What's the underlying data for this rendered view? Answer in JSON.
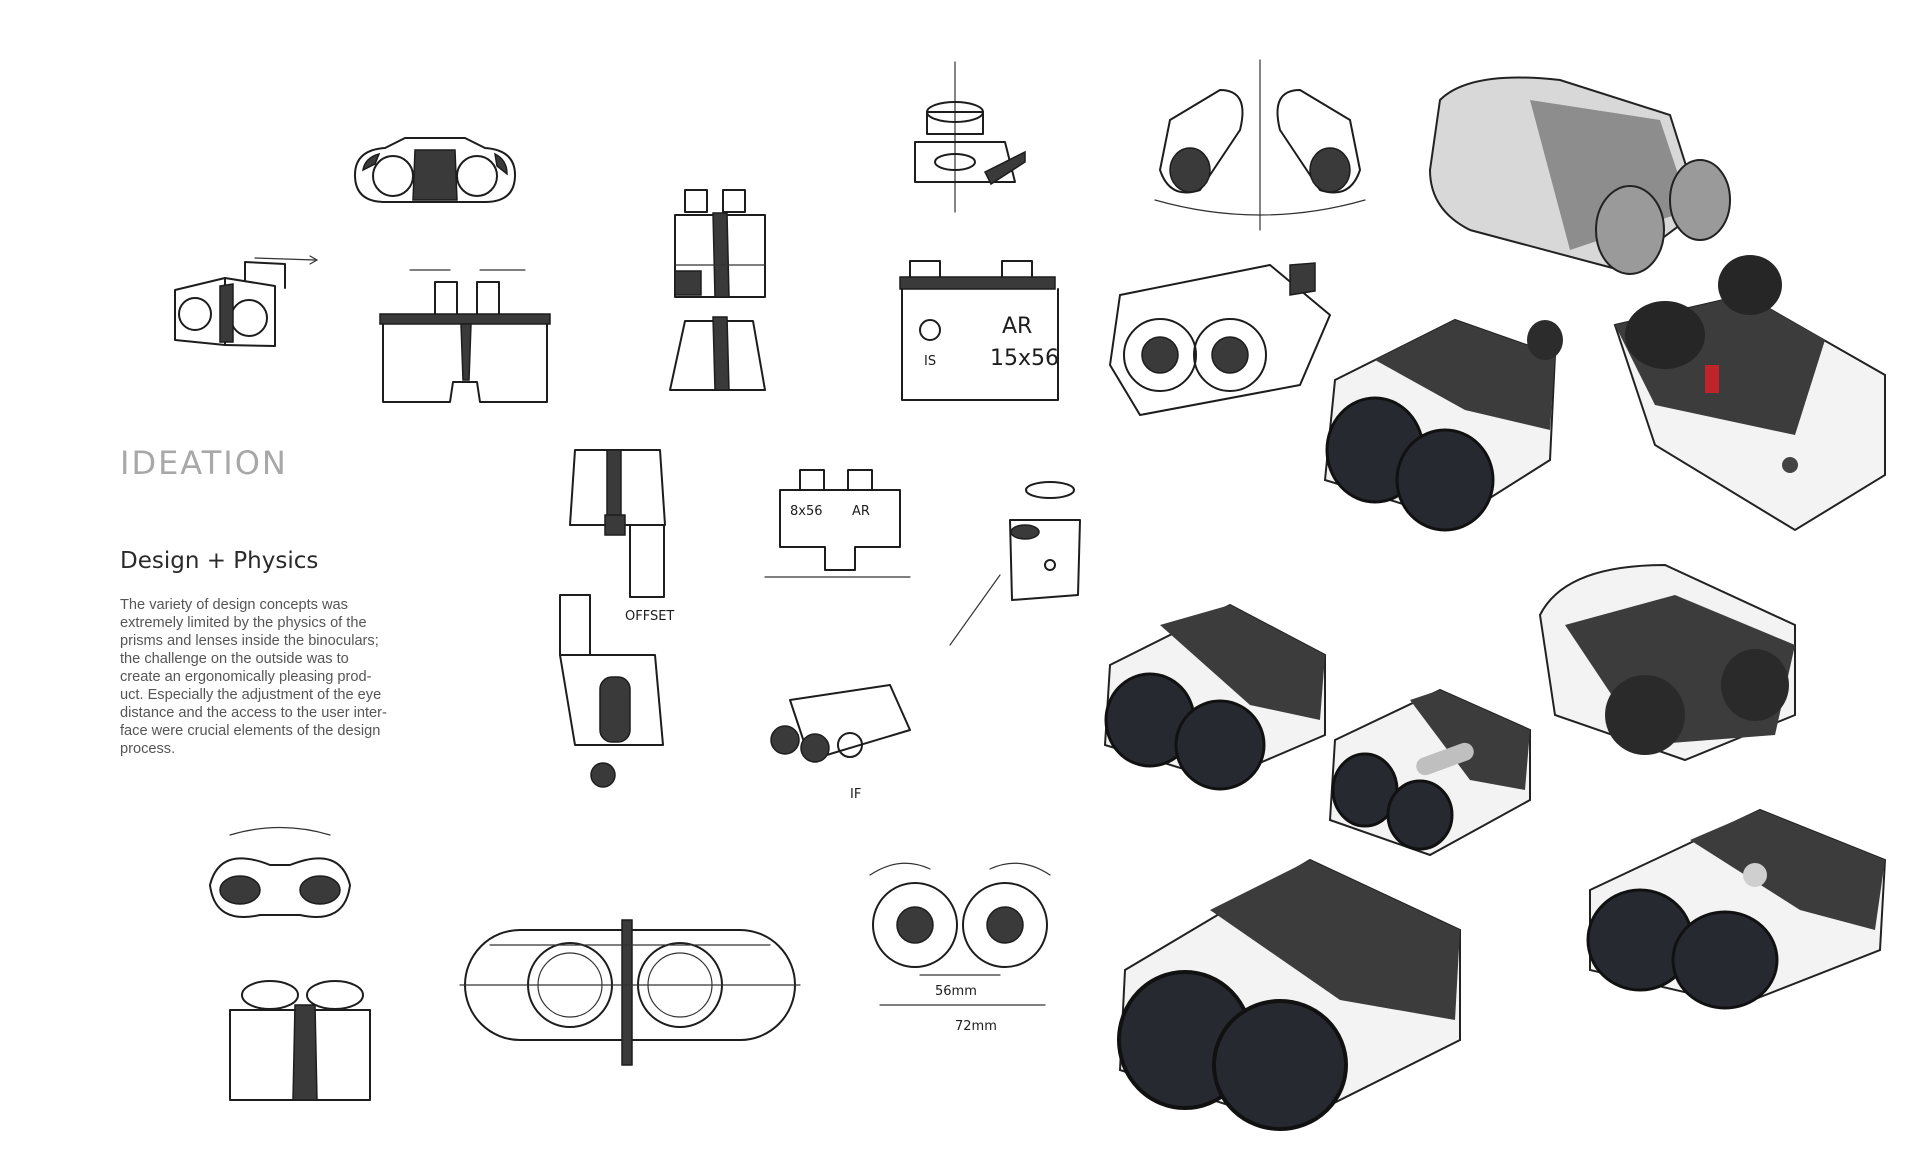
{
  "section": {
    "label": "IDEATION"
  },
  "heading": "Design + Physics",
  "body_lines": [
    "The variety of design concepts was",
    "extremely limited by the physics of the",
    "prisms and lenses inside the binoculars;",
    "the challenge on the outside was to",
    "create an ergonomically pleasing prod-",
    "uct. Especially the adjustment of the eye",
    "distance and the access to the user inter-",
    "face were crucial elements of the design",
    "process."
  ],
  "sketch_notes": {
    "is": "IS",
    "ar": "AR",
    "spec": "15x56",
    "spec_small": "8x56",
    "ar_small": "AR",
    "offset": "OFFSET",
    "if": "IF",
    "ipd": "56mm",
    "width": "72mm"
  },
  "colors": {
    "render_dark": "#3c3c3c",
    "render_light": "#f4f4f4",
    "lens": "#262a30",
    "accent_red": "#c0242a"
  }
}
